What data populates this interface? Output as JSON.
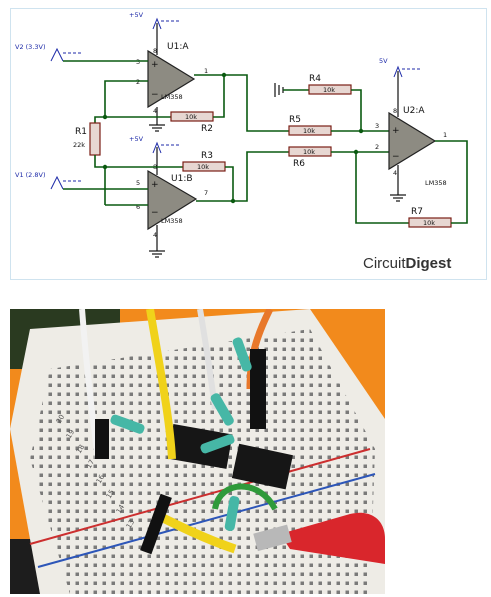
{
  "schematic": {
    "supply_top": "+5V",
    "supply_mid": "+5V",
    "supply_out": "5V",
    "v2_label": "V2 (3.3V)",
    "v1_label": "V1 (2.8V)",
    "u1a_label": "U1:A",
    "u1b_label": "U1:B",
    "u2a_label": "U2:A",
    "chip_name_1": "LM358",
    "chip_name_2": "LM358",
    "chip_name_3": "LM358",
    "r1_label": "R1",
    "r1_value": "22k",
    "r2_label": "R2",
    "r2_value": "10k",
    "r3_label": "R3",
    "r3_value": "10k",
    "r4_label": "R4",
    "r4_value": "10k",
    "r5_label": "R5",
    "r5_value": "10k",
    "r6_label": "R6",
    "r6_value": "10k",
    "r7_label": "R7",
    "r7_value": "10k",
    "pins": {
      "u1a_in_plus": "3",
      "u1a_in_minus": "2",
      "u1a_out": "1",
      "u1a_vcc": "8",
      "u1a_gnd": "4",
      "u1b_in_plus": "5",
      "u1b_in_minus": "6",
      "u1b_out": "7",
      "u1b_vcc": "8",
      "u1b_gnd": "4",
      "u2a_in_plus": "3",
      "u2a_in_minus": "2",
      "u2a_out": "1",
      "u2a_vcc": "8",
      "u2a_gnd": "4"
    },
    "plus_sign": "+",
    "minus_sign": "−"
  },
  "brand": {
    "part1": "Circuit",
    "part2": "Digest",
    "color": "#333333"
  },
  "photo": {
    "board_numbers": [
      "13",
      "14",
      "15",
      "16",
      "17",
      "18",
      "19",
      "20"
    ],
    "wire_colors": [
      "#f0d21a",
      "#e8782a",
      "#f2f2f2",
      "#111111",
      "#2f9a3a",
      "#d9262c"
    ],
    "background_color": "#f28a1c"
  }
}
